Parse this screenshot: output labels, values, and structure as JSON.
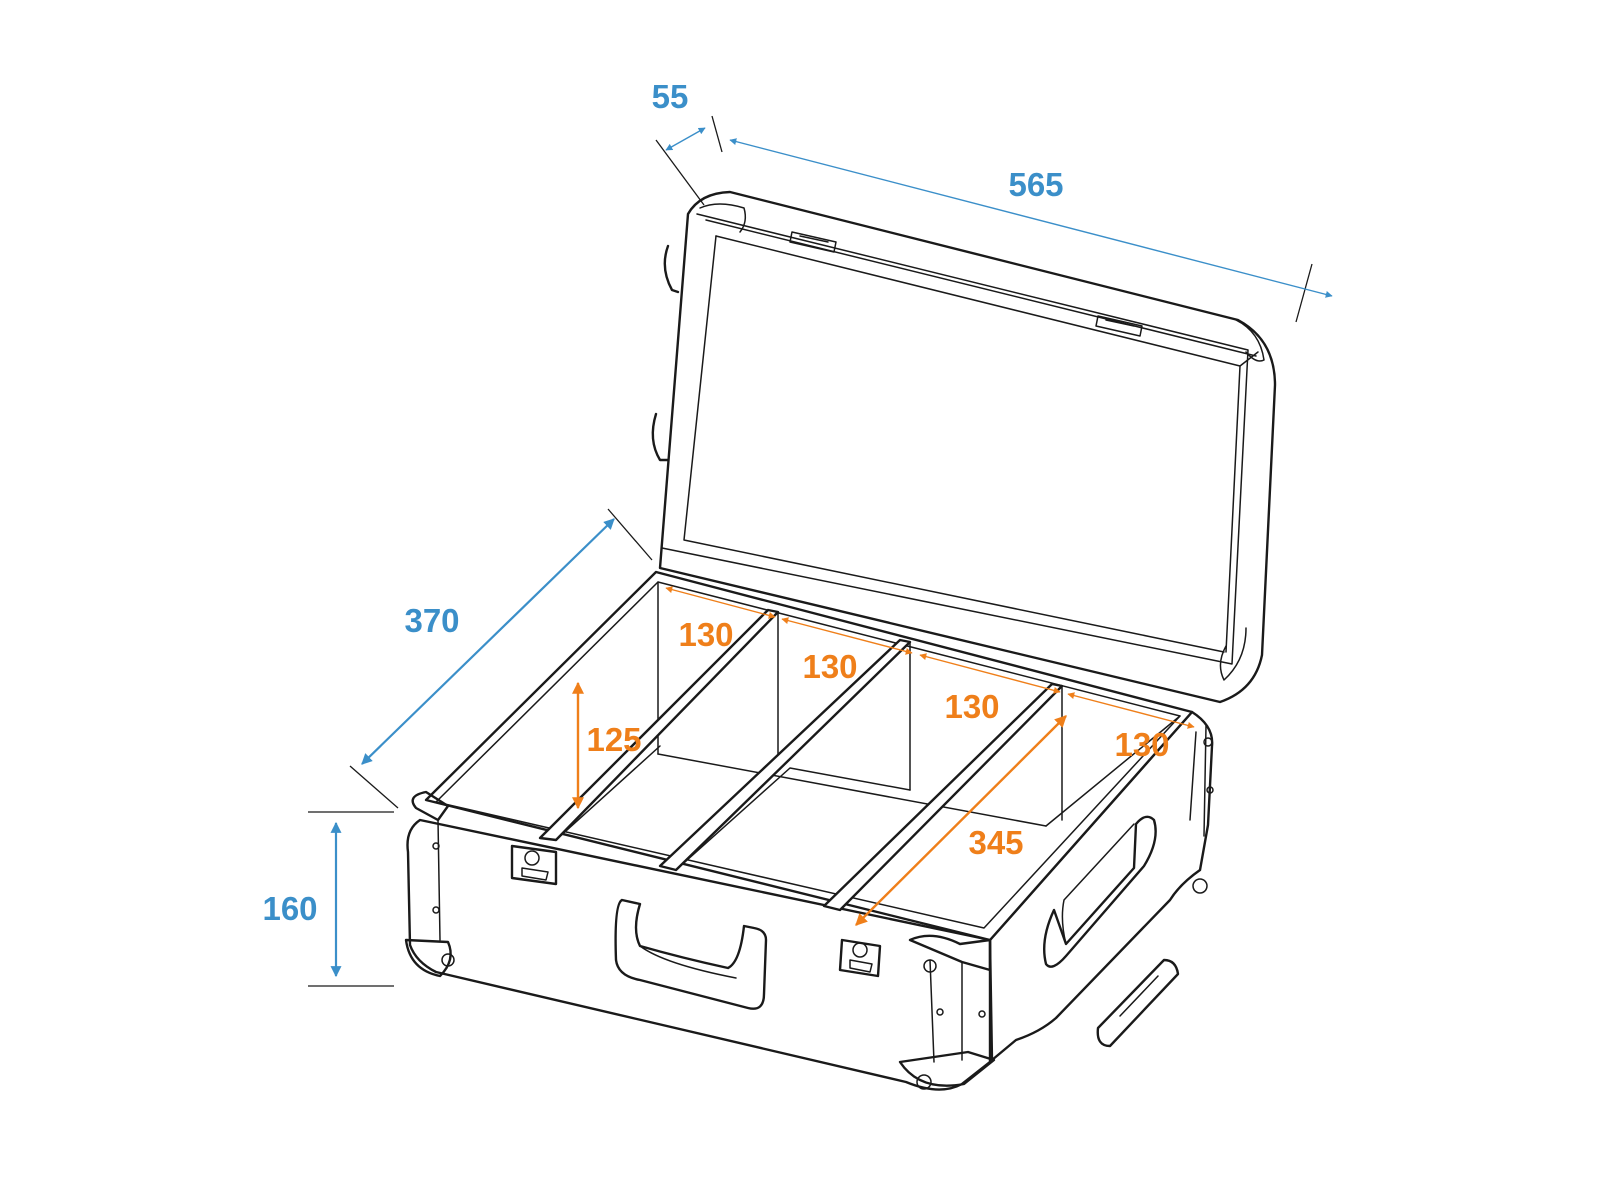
{
  "colors": {
    "outer_dimension": "#3b8fc9",
    "inner_dimension": "#ef7f1a",
    "outline": "#1a1a1a"
  },
  "dimensions": {
    "lid_depth": "55",
    "length": "565",
    "width": "370",
    "height": "160",
    "inner_height": "125",
    "compartment_1": "130",
    "compartment_2": "130",
    "compartment_3": "130",
    "compartment_4": "130",
    "inner_depth": "345"
  }
}
